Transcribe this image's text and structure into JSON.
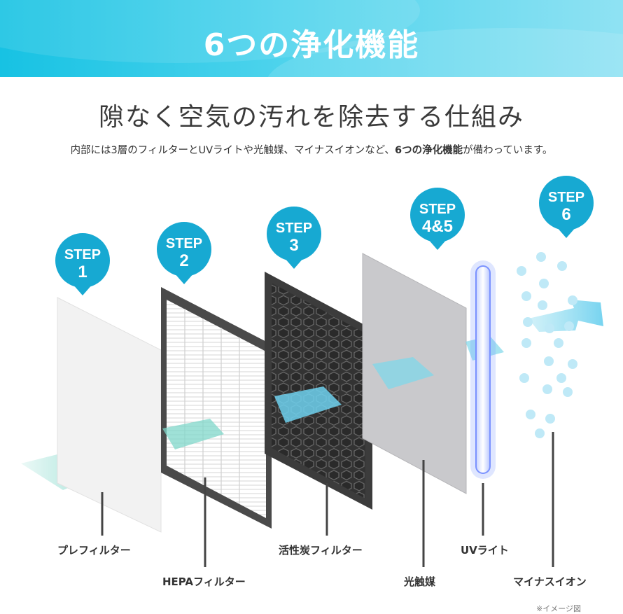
{
  "banner": {
    "title": "6つの浄化機能"
  },
  "headline": "隙なく空気の汚れを除去する仕組み",
  "description": {
    "before": "内部には3層のフィルターとUVライトや光触媒、マイナスイオンなど、",
    "highlight": "6つの浄化機能",
    "after": "が備わっています。"
  },
  "steps": [
    {
      "word": "STEP",
      "num": "1"
    },
    {
      "word": "STEP",
      "num": "2"
    },
    {
      "word": "STEP",
      "num": "3"
    },
    {
      "word": "STEP",
      "num": "4&5"
    },
    {
      "word": "STEP",
      "num": "6"
    }
  ],
  "labels": {
    "pre_filter": "プレフィルター",
    "hepa_filter": "HEPAフィルター",
    "carbon_filter": "活性炭フィルター",
    "photocatalyst": "光触媒",
    "uv_light": "UVライト",
    "minus_ion": "マイナスイオン"
  },
  "note": "※イメージ図",
  "colors": {
    "accent": "#17a9d2",
    "banner": "#2cc6e6",
    "frame": "#4a4a4a",
    "flow": "#8fe3e9"
  }
}
